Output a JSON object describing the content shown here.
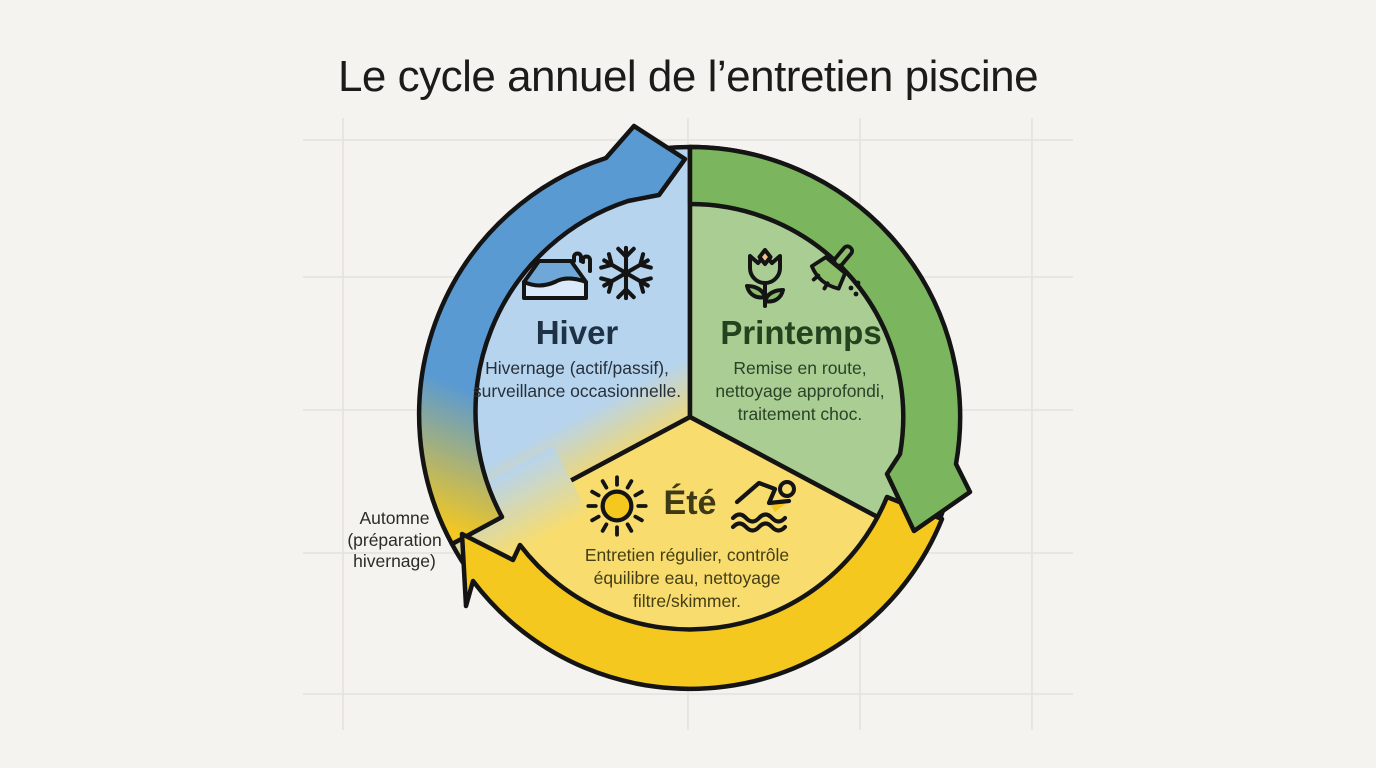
{
  "title": {
    "text": "Le cycle annuel de l’entretien piscine"
  },
  "seasons": {
    "hiver": {
      "label": "Hiver",
      "desc_lines": [
        "Hivernage (actif/passif),",
        "surveillance occasionnelle."
      ],
      "icons": [
        "pool-cover-icon",
        "snowflake-icon"
      ]
    },
    "printemps": {
      "label": "Printemps",
      "desc_lines": [
        "Remise en route,",
        "nettoyage approfondi,",
        "traitement choc."
      ],
      "icons": [
        "tulip-icon",
        "brush-icon"
      ]
    },
    "ete": {
      "label": "Été",
      "desc_lines": [
        "Entretien régulier, contrôle",
        "équilibre eau, nettoyage",
        "filtre/skimmer."
      ],
      "icons": [
        "sun-icon",
        "swimmer-icon"
      ]
    },
    "automne": {
      "label_lines": [
        "Automne",
        "(préparation",
        "hivernage)"
      ]
    }
  },
  "colors": {
    "background": "#f4f3ef",
    "outline": "#141414",
    "grid": "#e4e2dc",
    "hiver_fill": "#b6d4ee",
    "hiver_band": "#5a9ad2",
    "printemps_fill": "#a9cd92",
    "printemps_band": "#7bb55e",
    "ete_fill": "#f8dc6d",
    "ete_band": "#f5c81f",
    "automne_blend": "#f6d765",
    "title_text": "#1b1b19"
  }
}
